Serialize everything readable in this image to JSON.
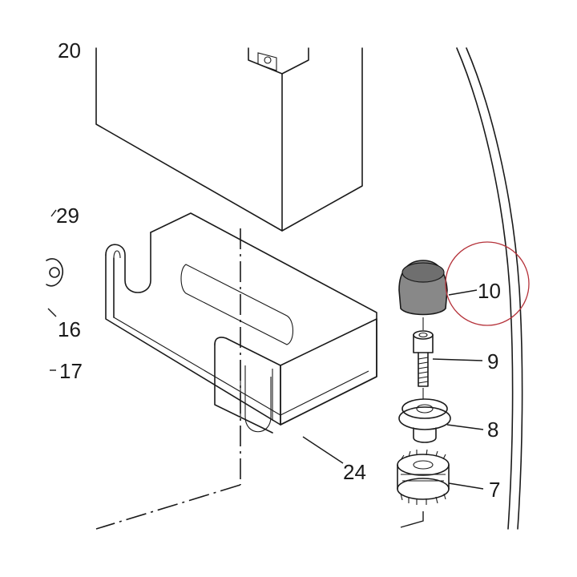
{
  "callouts": {
    "c20": "20",
    "c29": "29",
    "c16": "16",
    "c17": "17",
    "c10": "10",
    "c9": "9",
    "c8": "8",
    "c24": "24",
    "c7": "7"
  },
  "highlight_color": "#b5323a"
}
